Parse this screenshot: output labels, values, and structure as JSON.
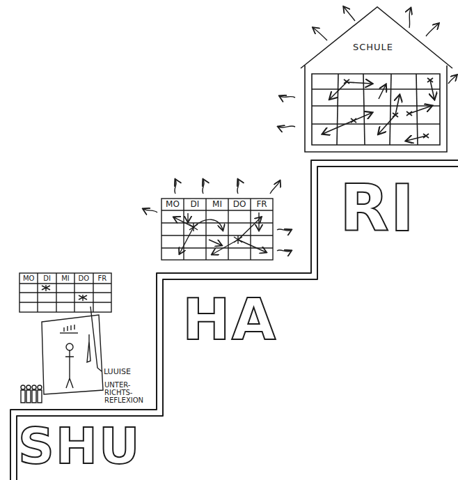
{
  "diagram": {
    "nodes": [
      {
        "text": [
          "SHU"
        ]
      },
      {
        "text": [
          "HA"
        ]
      },
      {
        "text": [
          "RI"
        ]
      },
      {
        "text": [
          "SCHULE"
        ]
      }
    ],
    "labels": [
      "MO",
      "DI",
      "MI",
      "DO",
      "FR",
      "MO",
      "DI",
      "MI",
      "DO",
      "FR",
      "LUUISE",
      "UNTER-RICHTS-REFLEXION"
    ]
  }
}
